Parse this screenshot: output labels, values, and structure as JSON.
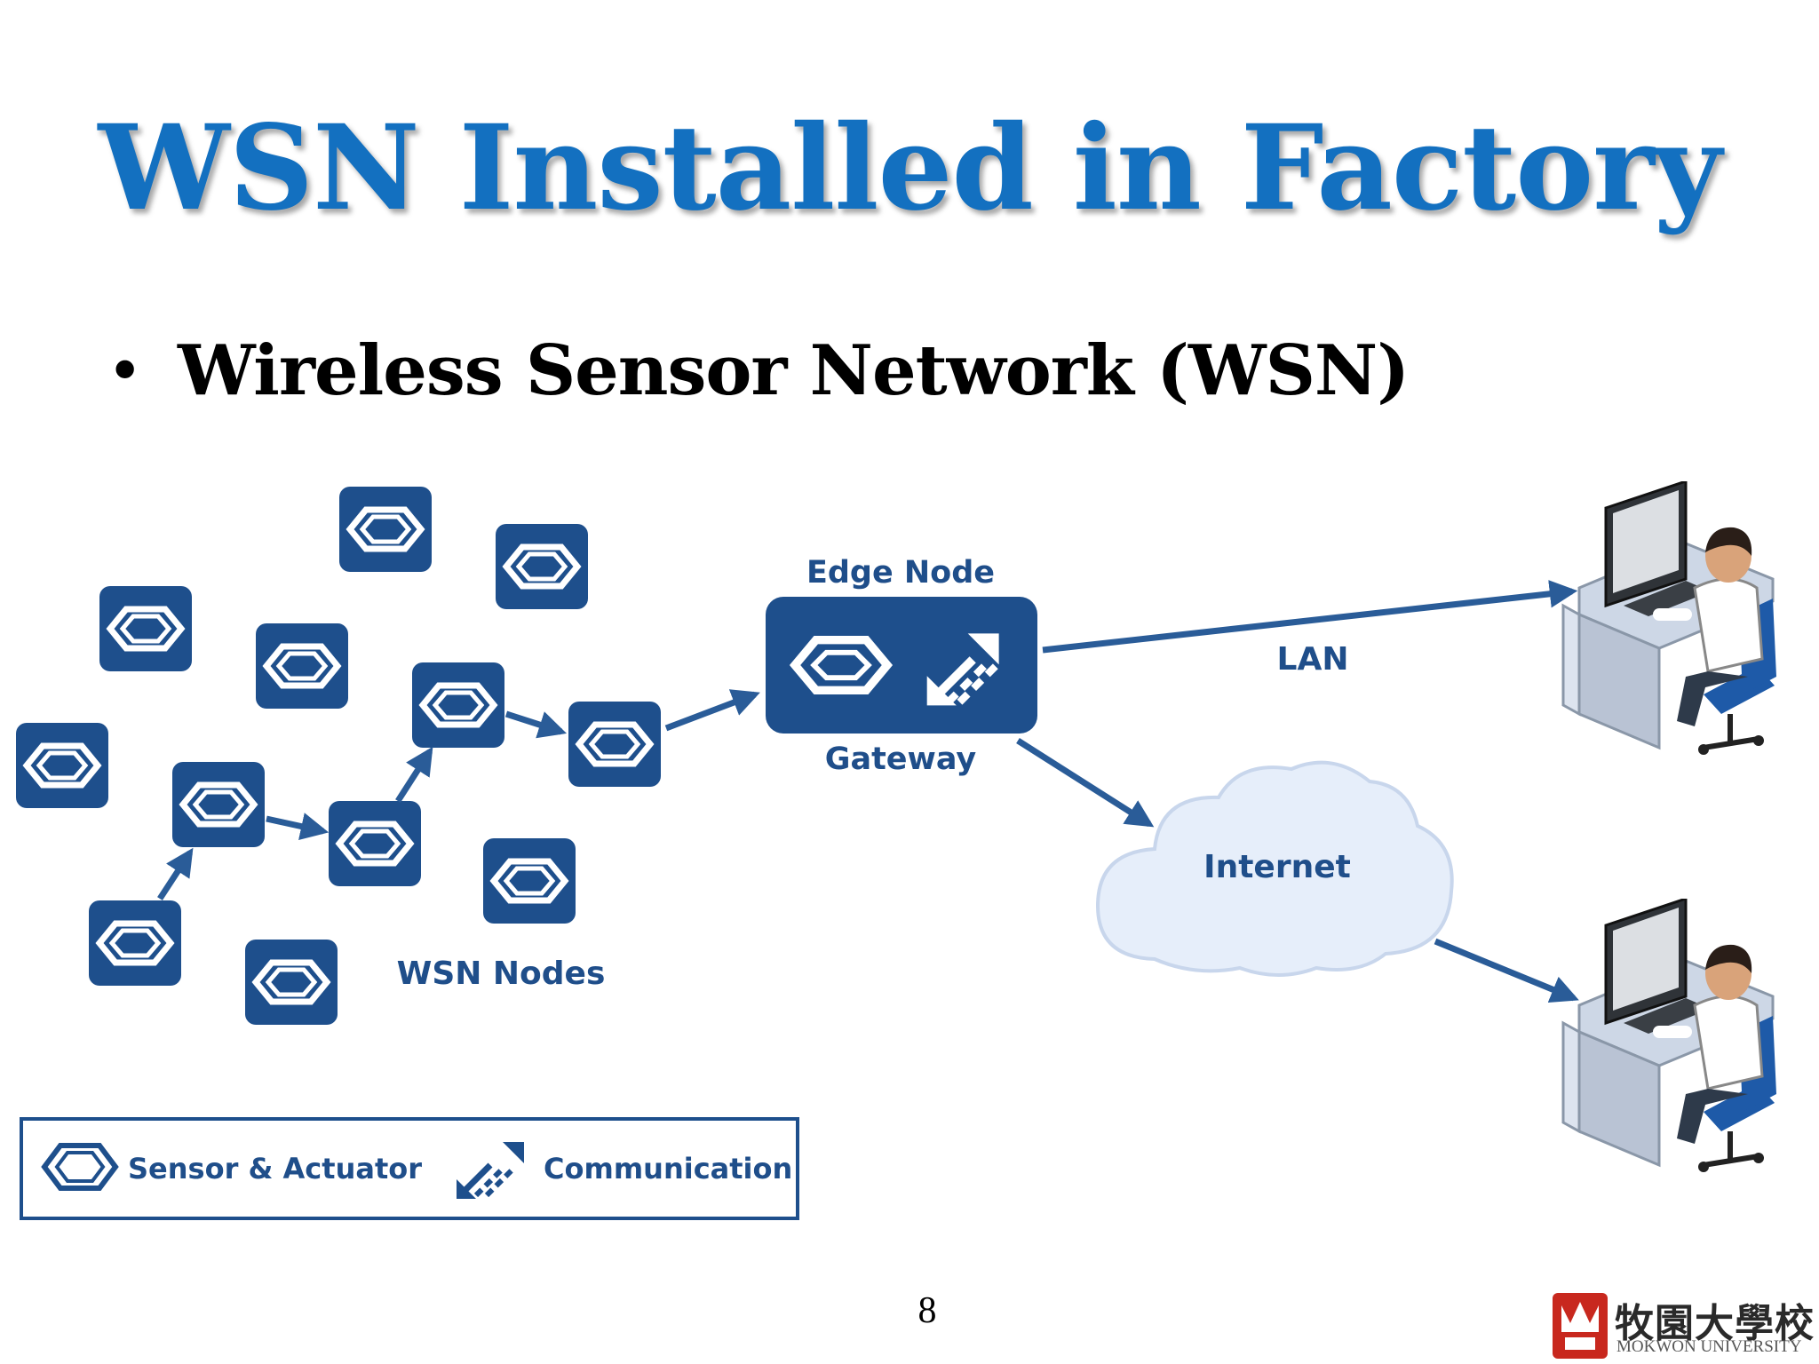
{
  "slide": {
    "title": "WSN Installed in Factory",
    "bullet_symbol": "•",
    "bullet": "Wireless Sensor Network (WSN)",
    "page_number": "8"
  },
  "diagram": {
    "edge_node_label": "Edge Node",
    "gateway_label": "Gateway",
    "lan_label": "LAN",
    "internet_label": "Internet",
    "wsn_nodes_label": "WSN Nodes",
    "legend": {
      "sensor_label": "Sensor & Actuator",
      "communication_label": "Communication"
    },
    "colors": {
      "node_blue": "#1e4f8c",
      "arrow_blue": "#2a5c98",
      "cloud_fill": "#e6eefa",
      "title_blue": "#1370c0"
    }
  },
  "logo": {
    "chinese": "牧園大學校",
    "english": "MOKWON UNIVERSITY"
  }
}
